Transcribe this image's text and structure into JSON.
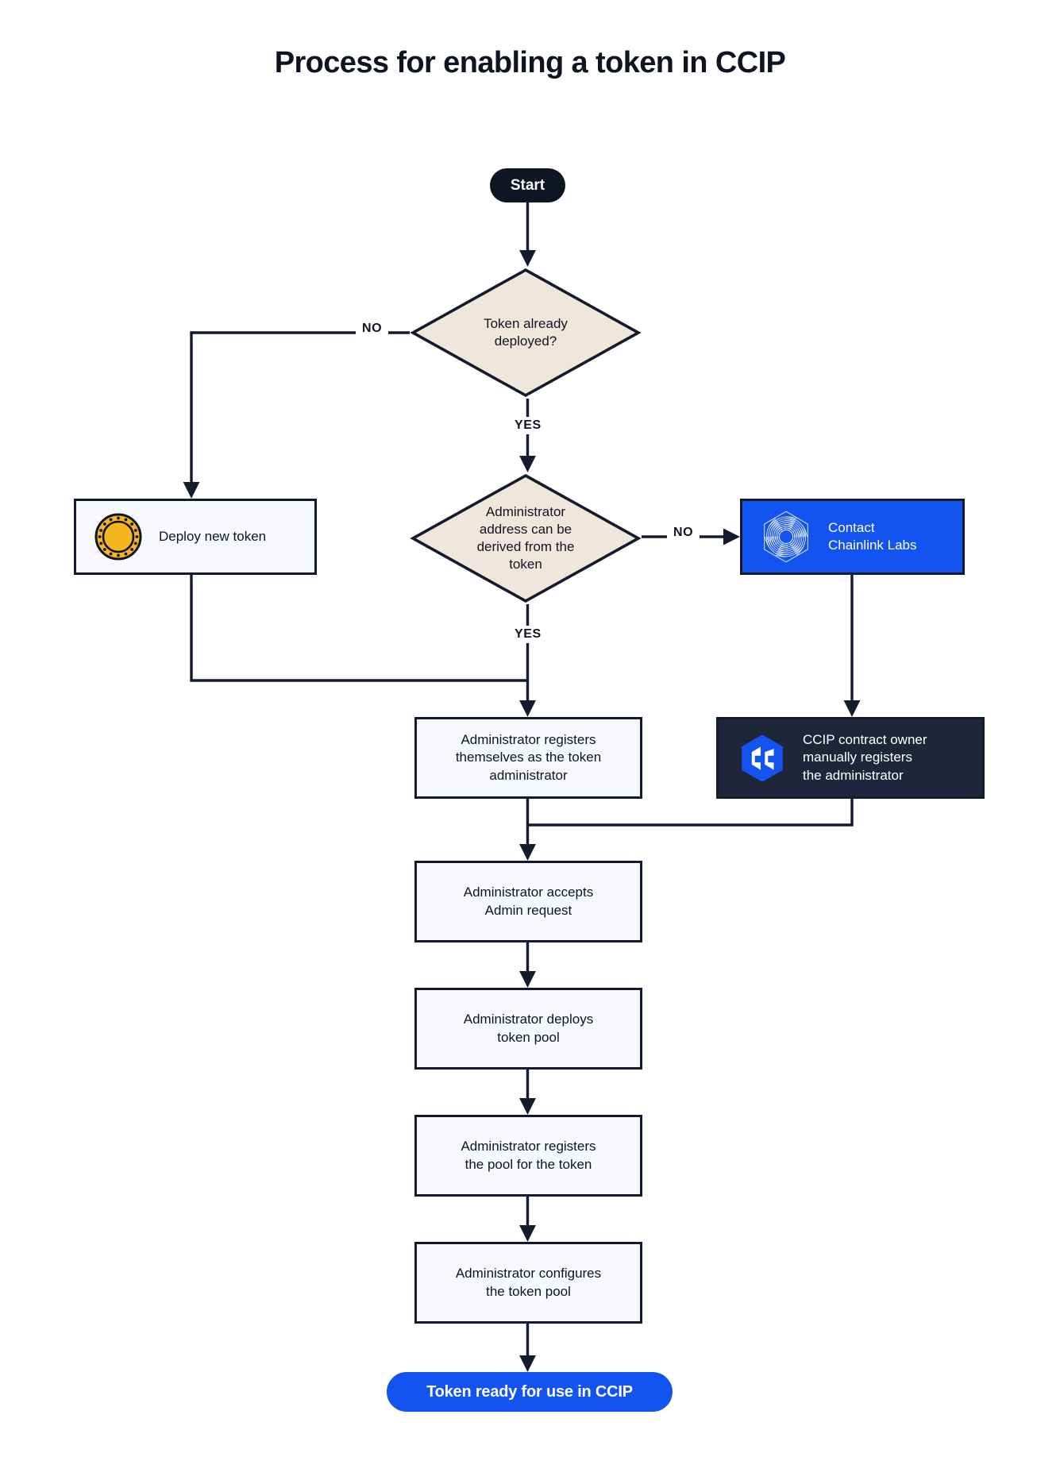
{
  "title": "Process for enabling a token in CCIP",
  "colors": {
    "ink": "#101524",
    "brand_blue": "#1353F0",
    "dark_navy": "#1E2639",
    "diamond_fill": "#EFE7DC",
    "box_fill": "#F6F8FE",
    "coin_gold": "#F5B620",
    "page_bg": "#FFFFFF"
  },
  "nodes": {
    "start": {
      "label": "Start",
      "shape": "pill"
    },
    "decision_deployed": {
      "label": "Token already\ndeployed?",
      "shape": "diamond"
    },
    "deploy_new_token": {
      "label": "Deploy new token",
      "shape": "box",
      "icon": "gold-coin-icon"
    },
    "decision_admin_derived": {
      "label": "Administrator\naddress can be\nderived from the\ntoken",
      "shape": "diamond"
    },
    "contact_chainlink_labs": {
      "label": "Contact\nChainlink Labs",
      "shape": "box",
      "icon": "chainlink-labs-logo-icon"
    },
    "ccip_owner_registers": {
      "label": "CCIP contract owner\nmanually registers\nthe administrator",
      "shape": "box",
      "icon": "ccip-logo-icon"
    },
    "admin_registers_self": {
      "label": "Administrator registers\nthemselves as the token\nadministrator",
      "shape": "box"
    },
    "admin_accepts": {
      "label": "Administrator accepts\nAdmin request",
      "shape": "box"
    },
    "admin_deploys_pool": {
      "label": "Administrator deploys\ntoken pool",
      "shape": "box"
    },
    "admin_registers_pool": {
      "label": "Administrator registers\nthe pool for the token",
      "shape": "box"
    },
    "admin_configures_pool": {
      "label": "Administrator configures\nthe token pool",
      "shape": "box"
    },
    "end": {
      "label": "Token ready for use in CCIP",
      "shape": "pill"
    }
  },
  "edge_labels": {
    "no_deployed": "NO",
    "yes_deployed": "YES",
    "no_admin_derived": "NO",
    "yes_admin_derived": "YES"
  }
}
